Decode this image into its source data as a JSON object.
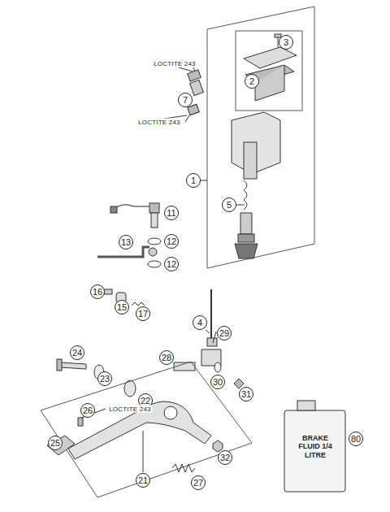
{
  "diagram": {
    "labels": [
      "LOCTITE 243",
      "3",
      "2",
      "7",
      "LOCTITE 243",
      "1",
      "11",
      "12",
      "13",
      "12",
      "5",
      "16",
      "15",
      "17",
      "4",
      "29",
      "24",
      "23",
      "28",
      "22",
      "30",
      "31",
      "26",
      "LOCTITE 243",
      "25",
      "21",
      "27",
      "32",
      "BRAKE FLUID 1/4 LITRE",
      "80"
    ]
  }
}
